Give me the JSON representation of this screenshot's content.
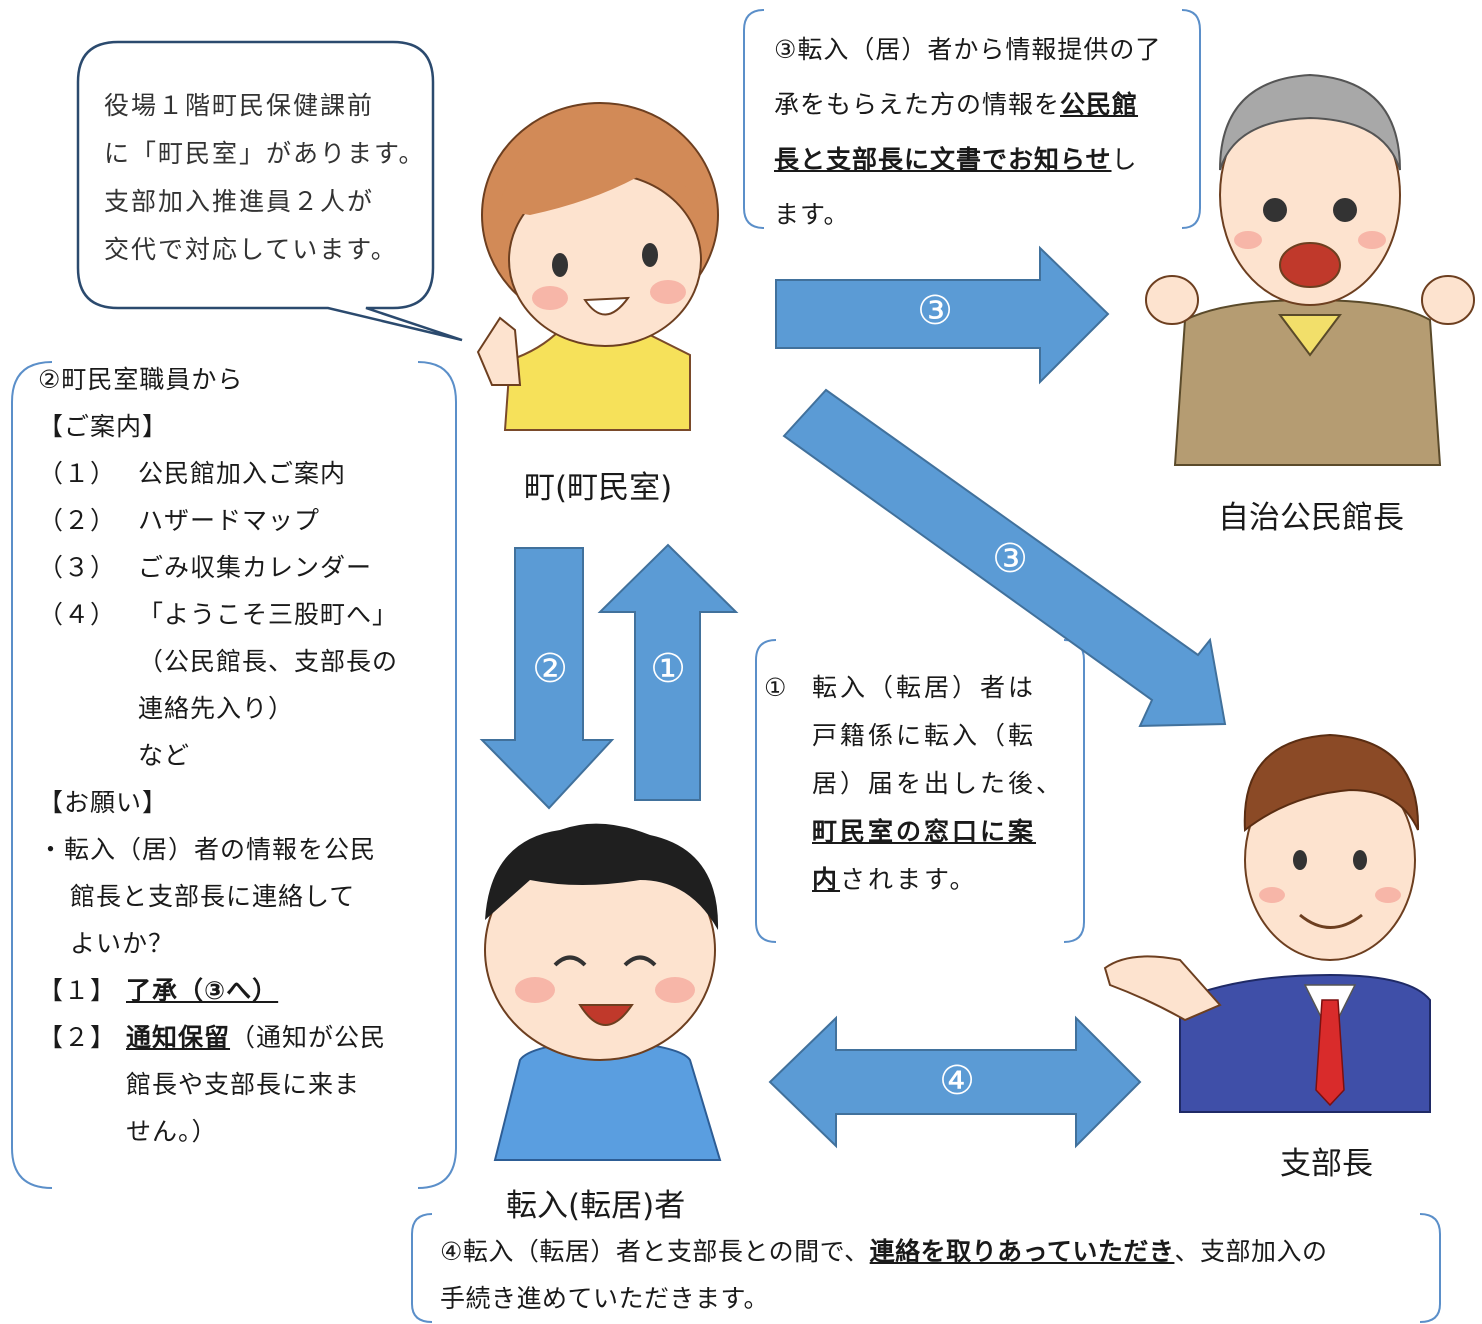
{
  "bubble": {
    "lines": [
      "役場１階町民保健課前",
      "に「町民室」があります。",
      "支部加入推進員２人が",
      "交代で対応しています。"
    ]
  },
  "box2": {
    "title": "②町民室職員から",
    "guide_heading": "【ご案内】",
    "items": [
      {
        "num": "（１）",
        "text": "公民館加入ご案内"
      },
      {
        "num": "（２）",
        "text": "ハザードマップ"
      },
      {
        "num": "（３）",
        "text": "ごみ収集カレンダー"
      },
      {
        "num": "（４）",
        "text": "「ようこそ三股町へ」"
      }
    ],
    "item4_sub1": "（公民館長、支部長の",
    "item4_sub2": "連絡先入り）",
    "etc": "など",
    "request_heading": "【お願い】",
    "request_line1": "・転入（居）者の情報を公民",
    "request_line2": "館長と支部長に連絡して",
    "request_line3": "よいか？",
    "opt1_num": "【１】",
    "opt1_text": "了承（③へ）",
    "opt2_num": "【２】",
    "opt2_em": "通知保留",
    "opt2_rest": "（通知が公民",
    "opt2_line2": "館長や支部長に来ま",
    "opt2_line3": "せん。）"
  },
  "box3": {
    "line1": "③転入（居）者から情報提供の了",
    "line2_pre": "承をもらえた方の情報を",
    "line2_em": "公民館",
    "line3_em": "長と支部長に文書でお知らせ",
    "line3_post": "し",
    "line4": "ます。"
  },
  "box1": {
    "num": "①",
    "line1": "転入（転居）者は",
    "line2": "戸籍係に転入（転",
    "line3": "居）届を出した後、",
    "line4_em": "町民室の窓口に案",
    "line5_em": "内",
    "line5_post": "されます。"
  },
  "box4": {
    "line1_pre": "④転入（転居）者と支部長との間で、",
    "line1_em": "連絡を取りあっていただき",
    "line1_post": "、支部加入の",
    "line2": "手続き進めていただきます。"
  },
  "labels": {
    "town": "町(町民室)",
    "mover": "転入(転居)者",
    "kominkan": "自治公民館長",
    "branch": "支部長"
  },
  "arrows": {
    "a1": "①",
    "a2": "②",
    "a3_right": "③",
    "a3_diag": "③",
    "a4": "④"
  },
  "colors": {
    "arrow_fill": "#5b9bd5",
    "arrow_stroke": "#41719c",
    "bracket": "#5b8fc9"
  }
}
